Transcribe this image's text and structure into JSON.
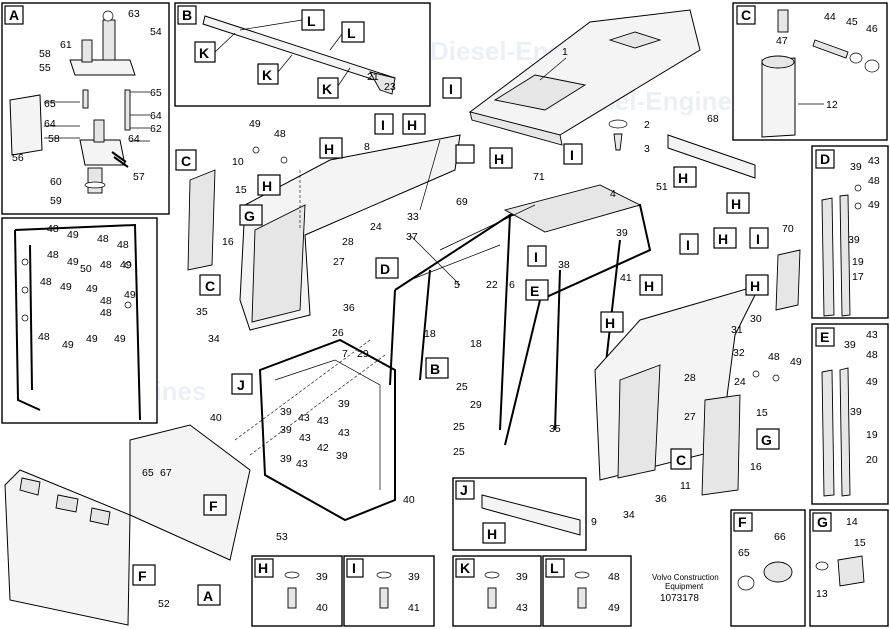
{
  "footer": {
    "line1": "Volvo Construction",
    "line2": "Equipment",
    "code": "1073178"
  },
  "watermark": "Diesel-Engines",
  "tags": [
    "A",
    "B",
    "C",
    "D",
    "E",
    "F",
    "G",
    "H",
    "I",
    "J",
    "K",
    "L"
  ],
  "part_numbers": [
    "1",
    "2",
    "3",
    "4",
    "5",
    "6",
    "7",
    "8",
    "9",
    "10",
    "11",
    "12",
    "13",
    "14",
    "15",
    "16",
    "17",
    "18",
    "19",
    "20",
    "21",
    "22",
    "23",
    "24",
    "25",
    "26",
    "27",
    "28",
    "29",
    "30",
    "31",
    "32",
    "33",
    "34",
    "35",
    "36",
    "37",
    "38",
    "39",
    "40",
    "41",
    "42",
    "43",
    "44",
    "45",
    "46",
    "47",
    "48",
    "49",
    "50",
    "51",
    "52",
    "53",
    "54",
    "55",
    "56",
    "57",
    "58",
    "59",
    "60",
    "61",
    "62",
    "63",
    "64",
    "65",
    "66",
    "67",
    "68",
    "69",
    "70",
    "71"
  ]
}
